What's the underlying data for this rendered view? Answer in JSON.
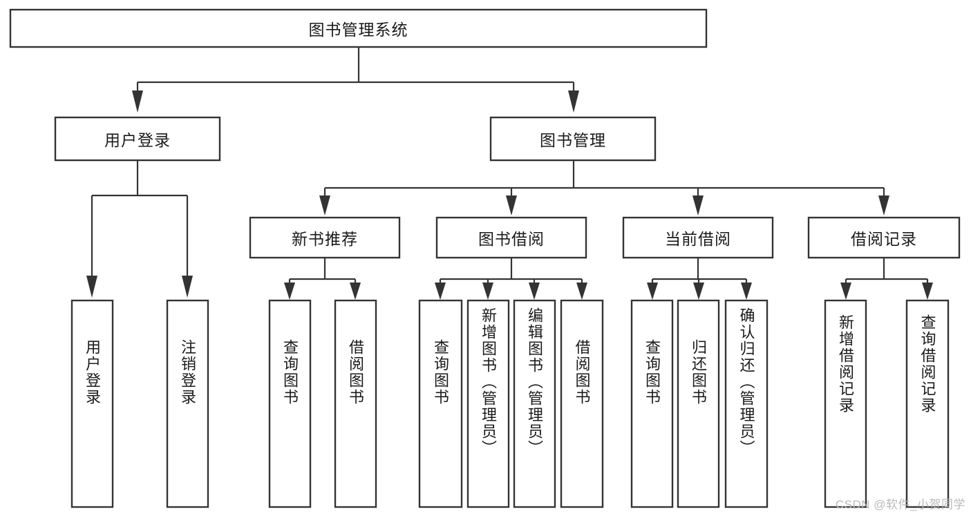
{
  "diagram": {
    "type": "hierarchy-tree",
    "title": "图书管理系统",
    "watermark": "CSDN @软件_小贺同学",
    "colors": {
      "box_stroke": "#333333",
      "box_fill": "#ffffff",
      "text": "#1a1a1a",
      "connector": "#333333",
      "background": "#ffffff",
      "watermark": "#b9b9b9"
    },
    "root": {
      "label": "图书管理系统",
      "orientation": "horizontal"
    },
    "level2": [
      {
        "label": "用户登录",
        "orientation": "horizontal"
      },
      {
        "label": "图书管理",
        "orientation": "horizontal"
      }
    ],
    "level3": [
      {
        "label": "新书推荐",
        "orientation": "horizontal",
        "parent": "图书管理"
      },
      {
        "label": "图书借阅",
        "orientation": "horizontal",
        "parent": "图书管理"
      },
      {
        "label": "当前借阅",
        "orientation": "horizontal",
        "parent": "图书管理"
      },
      {
        "label": "借阅记录",
        "orientation": "horizontal",
        "parent": "图书管理"
      }
    ],
    "leaves": {
      "user_login": [
        {
          "label": "用户登录",
          "orientation": "vertical"
        },
        {
          "label": "注销登录",
          "orientation": "vertical"
        }
      ],
      "new_book_recommend": [
        {
          "label": "查询图书",
          "orientation": "vertical"
        },
        {
          "label": "借阅图书",
          "orientation": "vertical"
        }
      ],
      "book_borrow": [
        {
          "label": "查询图书",
          "orientation": "vertical"
        },
        {
          "label": "新增图书（管理员）",
          "orientation": "vertical"
        },
        {
          "label": "编辑图书（管理员）",
          "orientation": "vertical"
        },
        {
          "label": "借阅图书",
          "orientation": "vertical"
        }
      ],
      "current_borrow": [
        {
          "label": "查询图书",
          "orientation": "vertical"
        },
        {
          "label": "归还图书",
          "orientation": "vertical"
        },
        {
          "label": "确认归还（管理员）",
          "orientation": "vertical"
        }
      ],
      "borrow_record": [
        {
          "label": "新增借阅记录",
          "orientation": "vertical"
        },
        {
          "label": "查询借阅记录",
          "orientation": "vertical"
        }
      ]
    }
  }
}
